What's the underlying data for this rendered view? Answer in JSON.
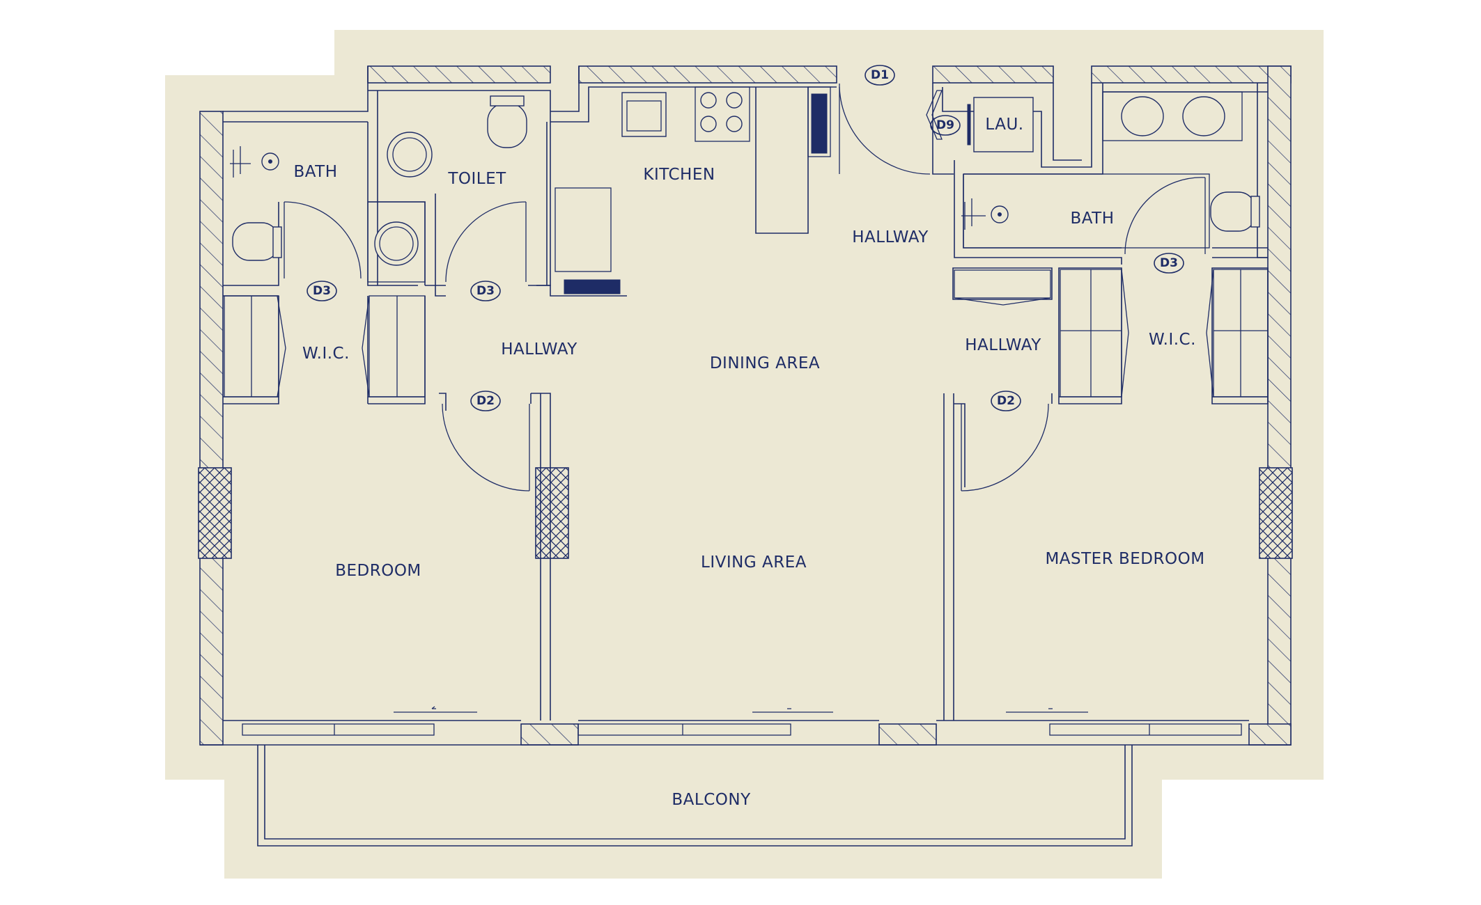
{
  "colors": {
    "background": "#ece8d4",
    "line": "#1e2c66",
    "page": "#ffffff"
  },
  "rooms": {
    "bath_left": "BATH",
    "toilet": "TOILET",
    "kitchen": "KITCHEN",
    "hallway_top": "HALLWAY",
    "lau": "LAU.",
    "bath_right": "BATH",
    "wic_left": "W.I.C.",
    "hallway_left": "HALLWAY",
    "dining": "DINING AREA",
    "hallway_right": "HALLWAY",
    "wic_right": "W.I.C.",
    "bedroom": "BEDROOM",
    "living": "LIVING AREA",
    "master_bedroom": "MASTER BEDROOM",
    "balcony": "BALCONY"
  },
  "door_tags": {
    "d1": "D1",
    "d9": "D9",
    "d3_bath_left": "D3",
    "d3_toilet": "D3",
    "d3_bath_right": "D3",
    "d2_left": "D2",
    "d2_right": "D2"
  }
}
